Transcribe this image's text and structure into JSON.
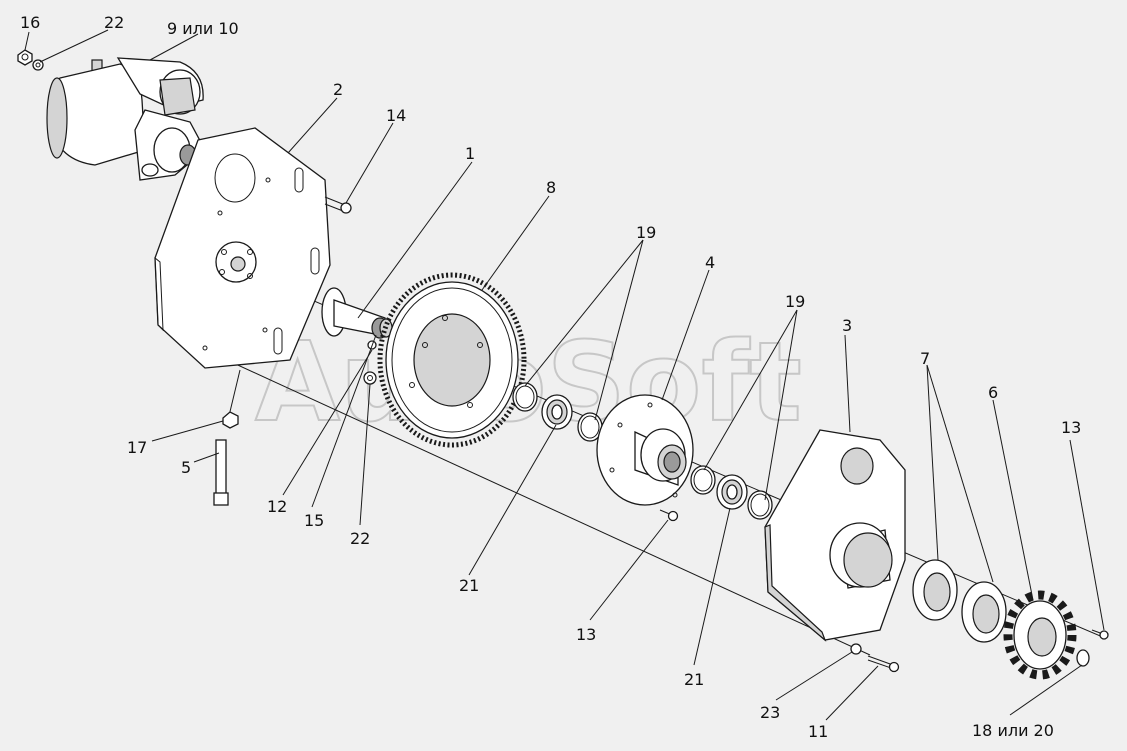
{
  "watermark": "AutoSoft",
  "callouts": {
    "c16": "16",
    "c22a": "22",
    "c9or10": "9 или 10",
    "c2": "2",
    "c14": "14",
    "c1": "1",
    "c8": "8",
    "c19a": "19",
    "c4": "4",
    "c19b": "19",
    "c3": "3",
    "c7": "7",
    "c6": "6",
    "c13a": "13",
    "c17": "17",
    "c5": "5",
    "c12": "12",
    "c15": "15",
    "c22b": "22",
    "c21a": "21",
    "c13b": "13",
    "c21b": "21",
    "c23": "23",
    "c11": "11",
    "c18or20": "18 или 20"
  }
}
